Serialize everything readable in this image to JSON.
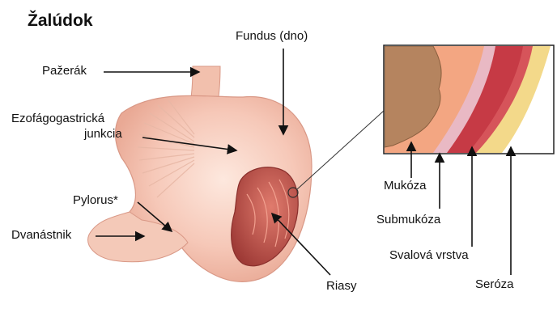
{
  "title": "Žalúdok",
  "labels": {
    "fundus": "Fundus (dno)",
    "pazerak": "Pažerák",
    "ezofago_line1": "Ezofágogastrická",
    "ezofago_line2": "junkcia",
    "pylorus": "Pylorus*",
    "dvanastnik": "Dvanástnik",
    "riasy": "Riasy",
    "mukoza": "Mukóza",
    "submukoza": "Submukóza",
    "svalova": "Svalová vrstva",
    "seroza": "Seróza"
  },
  "colors": {
    "stomach_outer": "#f4c5b4",
    "stomach_light": "#fbe2d6",
    "stomach_inner": "#c9574f",
    "mucosa": "#b5845f",
    "submucosa": "#f3a682",
    "submucosa_light": "#e9b9c4",
    "muscle": "#d6545a",
    "serosa": "#f3d98a",
    "arrow": "#111111"
  }
}
